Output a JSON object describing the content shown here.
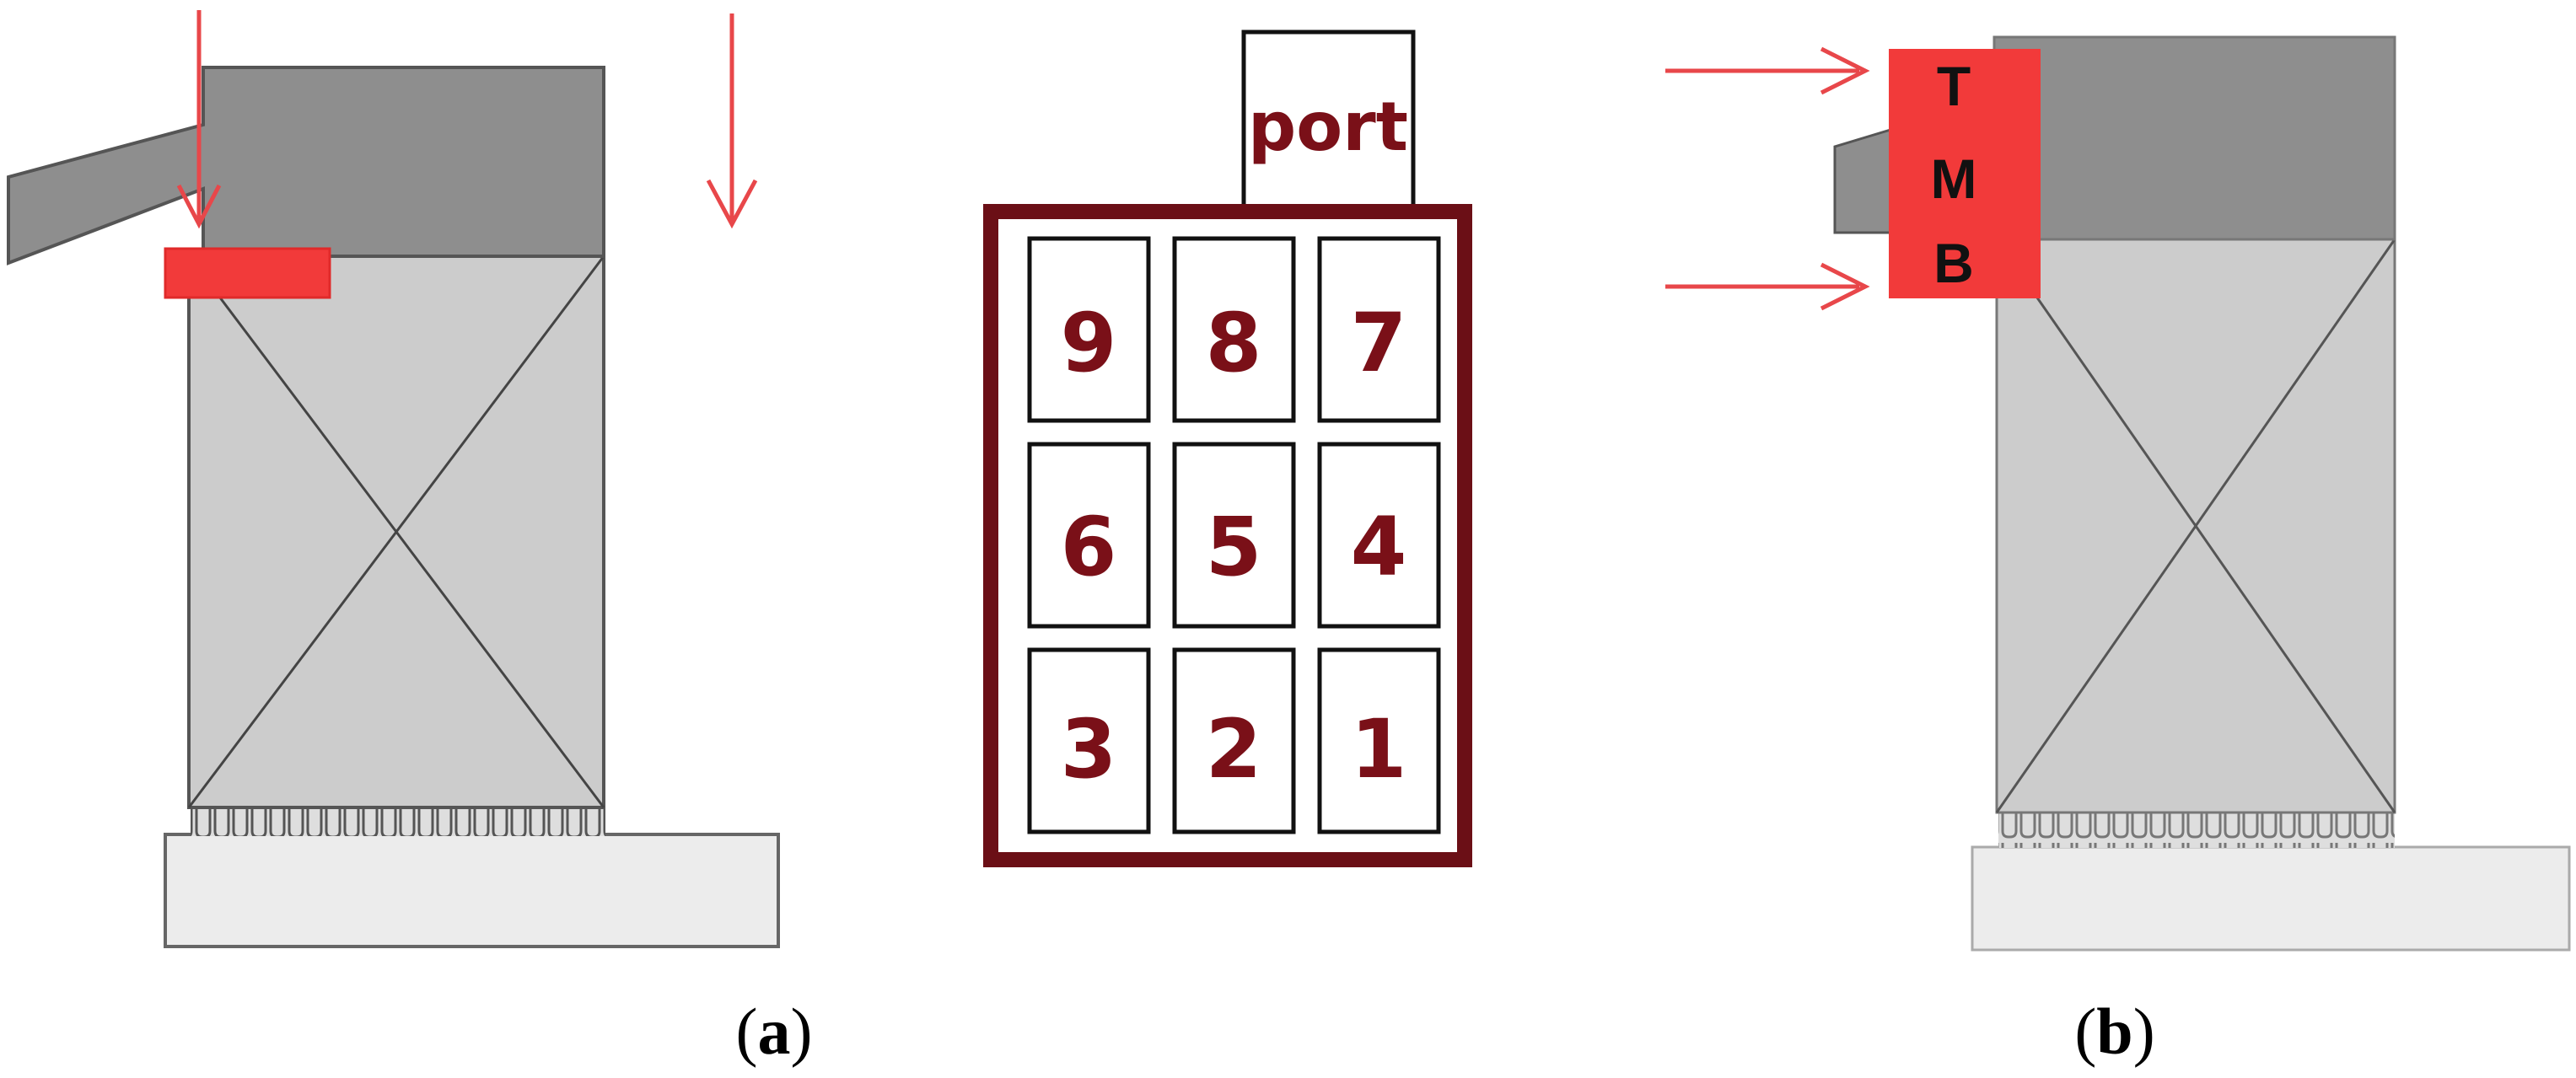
{
  "grid": {
    "port_label": "port",
    "cells": [
      [
        "9",
        "8",
        "7"
      ],
      [
        "6",
        "5",
        "4"
      ],
      [
        "3",
        "2",
        "1"
      ]
    ]
  },
  "figure_b": {
    "labels": [
      "T",
      "M",
      "B"
    ]
  },
  "captions": {
    "a": {
      "open": "(",
      "letter": "a",
      "close": ")"
    },
    "b": {
      "open": "(",
      "letter": "b",
      "close": ")"
    }
  },
  "colors": {
    "arrow": "#e8474a",
    "sensor": "#f23a3a",
    "top_block": "#8e8e8e",
    "body": "#cccccc",
    "base": "#ececec",
    "outline": "#555555",
    "grid_frame": "#6b0f16",
    "grid_text": "#7a1018"
  }
}
